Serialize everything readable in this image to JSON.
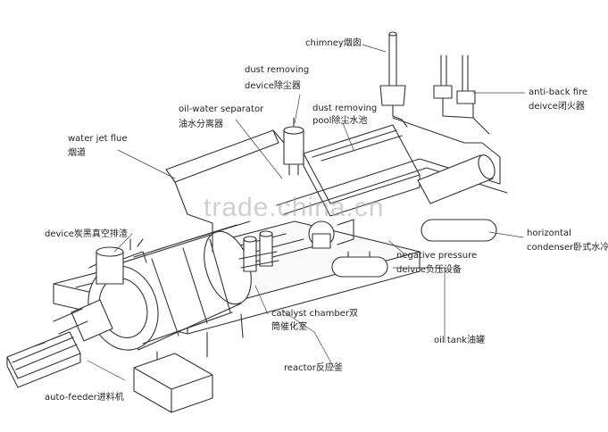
{
  "watermark": "trade.china.cn",
  "labels": {
    "chimney": "chimney烟囱",
    "dust_device_l1": "dust removing",
    "dust_device_l2": "device除尘器",
    "dust_pool_l1": "dust removing",
    "dust_pool_l2": "pool除尘水池",
    "anti_back_fire_l1": "anti-back fire",
    "anti_back_fire_l2": "deivce闭火器",
    "oil_water_l1": "oil-water separator",
    "oil_water_l2": "油水分离器",
    "water_jet_l1": "water jet flue",
    "water_jet_l2": "烟道",
    "carbon_discharge": "device炭黑真空排渣",
    "horizontal_l1": "horizontal",
    "horizontal_l2": "condenser卧式水冷",
    "negative_pressure_l1": "negative pressure",
    "negative_pressure_l2": "deivce负压设备",
    "catalyst_l1": "catalyst chamber双",
    "catalyst_l2": "筒催化室",
    "oil_tank": "oil tank油罐",
    "reactor": "reactor反应釜",
    "auto_feeder": "auto-feeder进料机"
  }
}
